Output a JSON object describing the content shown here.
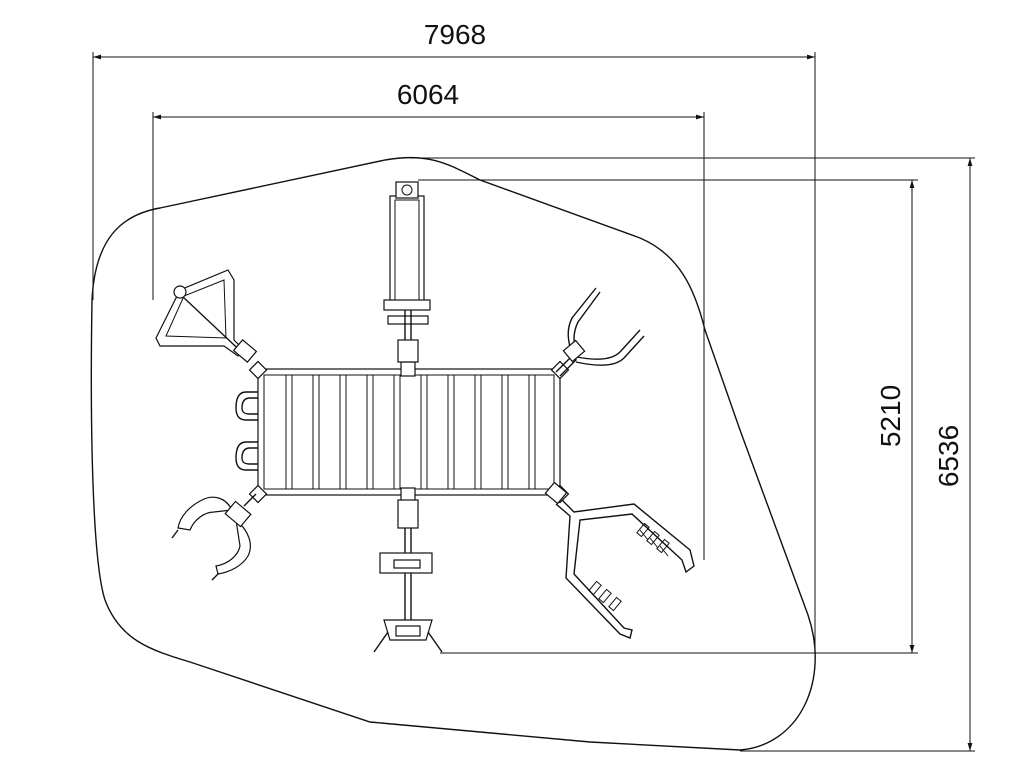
{
  "drawing": {
    "dimensions": {
      "overall_width": "7968",
      "frame_width": "6064",
      "frame_depth": "5210",
      "overall_depth": "6536"
    }
  }
}
